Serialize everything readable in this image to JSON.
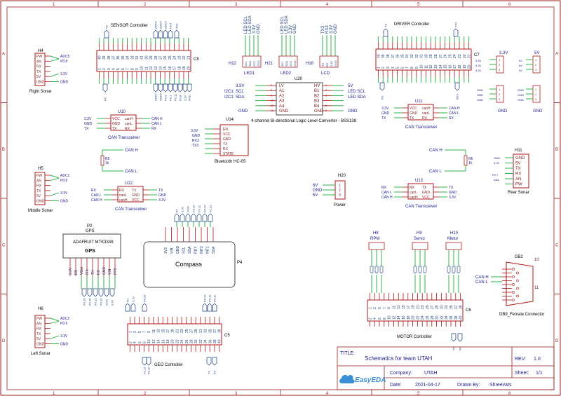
{
  "colors": {
    "border": "#9b1c1c",
    "wire": "#2fb34a",
    "part": "#b01515",
    "text": "#1a1a8a",
    "net": "#1a3d7a",
    "pin": "#7a1a1a",
    "title_text": "#1a1a8a"
  },
  "frame": {
    "cols": [
      "1",
      "2",
      "3",
      "4",
      "5",
      "6"
    ],
    "rows": [
      "A",
      "B",
      "C",
      "D"
    ]
  },
  "sensor_controller": {
    "name": "SENSOR Controller",
    "ref": "C8",
    "top_tags": [
      "TX",
      "ADC5",
      "ADC4",
      "ADC3",
      "P0.6",
      "TX3"
    ],
    "bottom_tags": [
      "RX",
      "ADC7",
      "ADC6",
      "P0.9",
      "P0.1",
      "P0.11",
      "P0.8",
      "3.3V",
      "GND"
    ],
    "top_pins": [
      "40",
      "39",
      "38",
      "37",
      "36",
      "35",
      "34",
      "33",
      "32",
      "31",
      "30",
      "29",
      "28",
      "27",
      "26",
      "25",
      "24",
      "23",
      "22",
      "21"
    ],
    "bottom_pins": [
      "1",
      "2",
      "3",
      "4",
      "5",
      "6",
      "7",
      "8",
      "9",
      "10",
      "11",
      "12",
      "13",
      "14",
      "15",
      "16",
      "17",
      "18",
      "19",
      "20"
    ]
  },
  "leds": [
    {
      "ref": "H22",
      "name": "LED1",
      "labels": [
        "LED SCL",
        "LED SDA",
        "3.3V",
        "GND"
      ],
      "pins": [
        "SCL",
        "SDA",
        "VCC",
        "GND"
      ]
    },
    {
      "ref": "H21",
      "name": "LED2",
      "labels": [
        "LED SCL",
        "LED SDA",
        "3.3V",
        "GND"
      ],
      "pins": [
        "SCL",
        "SDA",
        "VCC",
        "GND"
      ]
    },
    {
      "ref": "H18",
      "name": "LCD",
      "labels": [
        "TX3",
        "RX3",
        "3.3V",
        "GND"
      ],
      "pins": [
        "TX",
        "RX",
        "3.3V",
        "GND"
      ]
    }
  ],
  "right_sonar": {
    "ref": "H4",
    "name": "Right Sonar",
    "pins": [
      "PW",
      "AN",
      "RX",
      "TX",
      "5V",
      "GND"
    ],
    "nets": [
      "ADC5",
      "P0.8",
      "3.3V",
      "GND"
    ]
  },
  "middle_sonar": {
    "ref": "H5",
    "name": "Middle Sonar",
    "pins": [
      "PW",
      "AN",
      "RX",
      "TX",
      "5V",
      "GND"
    ],
    "nets": [
      "ADC1",
      "P0.6",
      "3.3V",
      "GND"
    ]
  },
  "left_sonar": {
    "ref": "H6",
    "name": "Left Sonar",
    "pins": [
      "PW",
      "AN",
      "RX",
      "TX",
      "5V",
      "GND"
    ],
    "nets": [
      "ADC2",
      "P0.9",
      "3.3V",
      "GND"
    ]
  },
  "rear_sonar": {
    "ref": "H11",
    "name": "Rear Sonar",
    "pins": [
      "GND",
      "5V",
      "TX",
      "RX",
      "AN",
      "PW"
    ],
    "nets": [
      "GND",
      "3.3V",
      "P0.7",
      "DAC"
    ]
  },
  "u10": {
    "ref": "U10",
    "name": "CAN Transceiver",
    "left_pins": [
      "VCC",
      "GND",
      "TX"
    ],
    "right_pins": [
      "canH",
      "canL",
      "RX"
    ],
    "left_nets": [
      "3.3V",
      "GND",
      "TX"
    ],
    "right_nets": [
      "CAN H",
      "CAN L",
      "RX"
    ]
  },
  "u11": {
    "ref": "U11",
    "name": "CAN Transceiver",
    "left_pins": [
      "VCC",
      "GND",
      "TX"
    ],
    "right_pins": [
      "canH",
      "canL",
      "RX"
    ],
    "left_nets": [
      "3.3V",
      "GND",
      "TX"
    ],
    "right_nets": [
      "CAN H",
      "CAN L",
      "RX"
    ]
  },
  "u12": {
    "ref": "U12",
    "name": "CAN Transceiver",
    "left_pins": [
      "RX",
      "canL",
      "canH"
    ],
    "right_pins": [
      "TX",
      "GND",
      "VCC"
    ],
    "left_nets": [
      "RX",
      "CAN L",
      "CAN H"
    ],
    "right_nets": [
      "TX",
      "GND",
      "3.3V"
    ]
  },
  "u13": {
    "ref": "U13",
    "name": "CAN Transceiver",
    "left_pins": [
      "RX",
      "canL",
      "canH"
    ],
    "right_pins": [
      "TX",
      "GND",
      "VCC"
    ],
    "left_nets": [
      "RX",
      "CAN L",
      "CAN H"
    ],
    "right_nets": [
      "TX",
      "GND",
      "3.3V"
    ]
  },
  "u14": {
    "ref": "U14",
    "name": "Bluetooth HC-05",
    "pins": [
      "EN",
      "VCC",
      "GND",
      "TX",
      "RX",
      "STATE"
    ],
    "nets": [
      "3.3V",
      "GND",
      "RX3",
      "TX3"
    ]
  },
  "u20": {
    "ref": "U20",
    "name": "4-channel Bi-directional Logic Level Converter - BSS138",
    "left_pins": [
      "LV",
      "A1",
      "A2",
      "A3",
      "A4",
      "GND"
    ],
    "right_pins": [
      "HV",
      "B1",
      "B2",
      "B3",
      "B4",
      "GND"
    ],
    "left_nums": [
      "7",
      "8",
      "9",
      "10",
      "11",
      "12"
    ],
    "right_nums": [
      "1",
      "2",
      "3",
      "4",
      "5",
      "6"
    ],
    "left_nets": [
      "3.3V",
      "I2C1: SCL",
      "I2C1: SDA",
      "GND"
    ],
    "right_nets": [
      "5V",
      "LED SCL",
      "LED SDA",
      "GND"
    ]
  },
  "r5": {
    "ref": "R5",
    "value": "1k",
    "nets": [
      "CAN H",
      "CAN L"
    ]
  },
  "r6": {
    "ref": "R6",
    "value": "1k",
    "nets": [
      "CAN H",
      "CAN L"
    ]
  },
  "power": {
    "ref": "H20",
    "name": "Power",
    "nets": [
      "6V",
      "GND",
      "5V"
    ],
    "pins": [
      "1",
      "2",
      "3"
    ]
  },
  "driver_controller": {
    "name": "DRIVER Controller",
    "ref": "C7",
    "top_tags": [
      "TX",
      "TX3"
    ],
    "bottom_tags": [
      "RX",
      "RX3"
    ],
    "top_pins": [
      "40",
      "39",
      "38",
      "37",
      "36",
      "35",
      "34",
      "33",
      "32",
      "31",
      "30",
      "29",
      "28",
      "27",
      "26",
      "25",
      "24",
      "23",
      "22",
      "21"
    ],
    "bottom_pins": [
      "1",
      "2",
      "3",
      "4",
      "5",
      "6",
      "7",
      "8",
      "9",
      "10",
      "11",
      "12",
      "13",
      "14",
      "15",
      "16",
      "17",
      "18",
      "19",
      "20"
    ],
    "rails_33": [
      "3.3V",
      "3.3V",
      "3.3V"
    ],
    "rails_5": [
      "5V",
      "5V",
      "5V"
    ],
    "rails_gnd": [
      "GND",
      "GND",
      "GND"
    ],
    "labels": [
      "3.3V",
      "5V",
      "GND",
      "GND"
    ]
  },
  "gps": {
    "ref": "P2",
    "part": "GPS",
    "title": "ADAFRUIT MTK3339",
    "name": "GPS",
    "pins": [
      "3.3V",
      "EN",
      "VBat",
      "FIX",
      "TX",
      "RX",
      "GND",
      "VIN",
      "PPS"
    ],
    "nets": [
      "P0.16",
      "P0.15",
      "P0.12",
      "P0.14",
      "GND",
      "3.3V"
    ]
  },
  "compass": {
    "ref": "P4",
    "name": "Compass",
    "pins": [
      "3V3",
      "VIN",
      "GND",
      "SCL",
      "SDA",
      "RDY",
      "INT2",
      "INT1",
      "SDA"
    ],
    "nets": [
      "5V",
      "3.3V",
      "GND",
      "P0.10",
      "P0.11",
      "P0.22",
      "P1.22"
    ]
  },
  "geo_controller": {
    "name": "GEO Controller",
    "ref": "C5",
    "top_nets": [
      "5V",
      "3.3V",
      "P0.29",
      "P0.22",
      "P0.10",
      "P0.11"
    ],
    "bottom_nets": [
      "P1.12",
      "P0.16",
      "TX",
      "RX"
    ],
    "top_pins": [
      "1",
      "3",
      "5",
      "7",
      "9",
      "11",
      "13",
      "15",
      "17",
      "19",
      "21",
      "23",
      "25",
      "27",
      "29",
      "31",
      "33",
      "35",
      "37",
      "39"
    ],
    "bottom_pins": [
      "2",
      "4",
      "6",
      "8",
      "10",
      "12",
      "14",
      "16",
      "18",
      "20",
      "22",
      "24",
      "26",
      "28",
      "30",
      "32",
      "34",
      "36",
      "38",
      "40"
    ]
  },
  "motor_controller": {
    "name": "MOTOR Controller",
    "ref": "C6",
    "tags": [
      "TX",
      "RX"
    ],
    "top_pins": [
      "1",
      "3",
      "5",
      "7",
      "9",
      "11",
      "13",
      "15",
      "17",
      "19",
      "21",
      "23",
      "25",
      "27",
      "29",
      "31",
      "33",
      "35",
      "37",
      "39"
    ],
    "bottom_pins": [
      "2",
      "4",
      "6",
      "8",
      "10",
      "12",
      "14",
      "16",
      "18",
      "20",
      "22",
      "24",
      "26",
      "28",
      "30",
      "32",
      "34",
      "36",
      "38",
      "40"
    ]
  },
  "rpm": {
    "ref": "H8",
    "name": "RPM"
  },
  "servo": {
    "ref": "H9",
    "name": "Servo"
  },
  "motor": {
    "ref": "H10",
    "name": "Motor"
  },
  "db9": {
    "ref": "DB2",
    "name": "DB9_Female Connector",
    "nets": [
      "CAN L",
      "CAN H"
    ],
    "pins": [
      "1",
      "2",
      "3",
      "4",
      "5",
      "6",
      "7",
      "8",
      "9",
      "10",
      "11"
    ]
  },
  "title_block": {
    "title_label": "TITLE:",
    "title": "Schematics for team UTAH",
    "rev_label": "REV:",
    "rev": "1.0",
    "company_label": "Company:",
    "company": "UTAH",
    "sheet_label": "Sheet:",
    "sheet": "1/1",
    "date_label": "Date:",
    "date": "2021-04-17",
    "drawn_label": "Drawn By:",
    "drawn_by": "Shreevats",
    "logo": "EasyEDA"
  }
}
